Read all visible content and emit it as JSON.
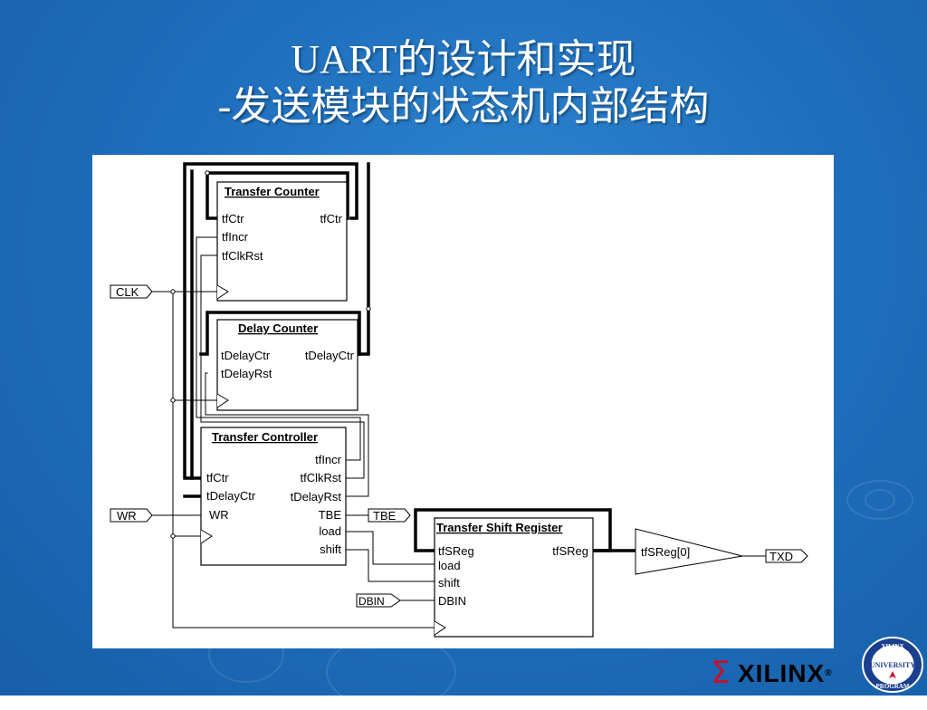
{
  "slide": {
    "title_line1": "UART的设计和实现",
    "title_line2": "-发送模块的状态机内部结构"
  },
  "diagram": {
    "blocks": {
      "transfer_counter": {
        "title": "Transfer Counter",
        "ports": [
          "tfCtr",
          "tfIncr",
          "tfClkRst",
          "tfCtr"
        ]
      },
      "delay_counter": {
        "title": "Delay Counter",
        "ports": [
          "tDelayCtr",
          "tDelayRst",
          "tDelayCtr"
        ]
      },
      "transfer_controller": {
        "title": "Transfer Controller",
        "ports": [
          "tfIncr",
          "tfClkRst",
          "tDelayRst",
          "tfCtr",
          "tDelayCtr",
          "WR",
          "TBE",
          "load",
          "shift"
        ]
      },
      "transfer_shift_register": {
        "title": "Transfer Shift Register",
        "ports": [
          "tfSReg",
          "load",
          "shift",
          "DBIN",
          "tfSReg"
        ]
      }
    },
    "io": {
      "clk": "CLK",
      "wr": "WR",
      "tbe": "TBE",
      "dbin": "DBIN",
      "txd": "TXD",
      "buffer_label": "tfSReg[0]"
    }
  },
  "logo": {
    "brand": "XILINX",
    "mark": "Σ",
    "registered": "®"
  },
  "seal": {
    "top_text": "XILINX",
    "middle_text": "UNIVERSITY",
    "bottom_text": "PROGRAM"
  },
  "colors": {
    "background": "#1f6fbd",
    "panel": "#ffffff",
    "brand_red": "#c8102e"
  }
}
